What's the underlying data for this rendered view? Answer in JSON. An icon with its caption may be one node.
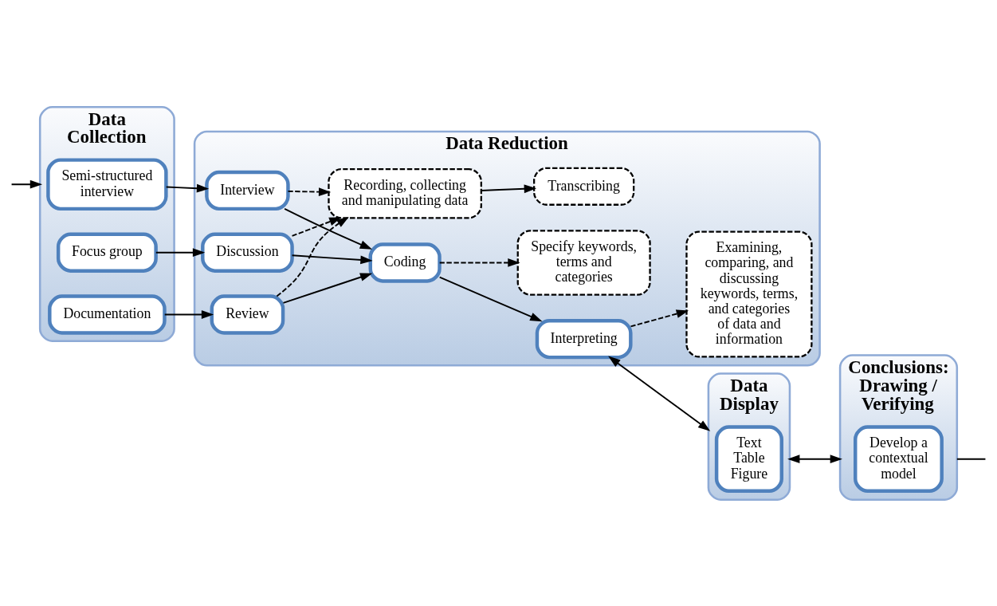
{
  "diagram": {
    "nodes": [
      {
        "text": [
          "Data Collection"
        ]
      },
      {
        "text": [
          "Semi-structured interview"
        ],
        "in": 0
      },
      {
        "text": [
          "Focus group"
        ],
        "in": 0
      },
      {
        "text": [
          "Documentation"
        ],
        "in": 0
      },
      {
        "text": [
          "Data Reduction"
        ]
      },
      {
        "text": [
          "Interview"
        ],
        "in": 4
      },
      {
        "text": [
          "Discussion"
        ],
        "in": 4
      },
      {
        "text": [
          "Review"
        ],
        "in": 4
      },
      {
        "text": [
          "Coding"
        ],
        "in": 4
      },
      {
        "text": [
          "Interpreting"
        ],
        "in": 4
      },
      {
        "text": [
          "Specify keywords, terms and categories"
        ],
        "in": 4
      },
      {
        "text": [
          "Examining, comparing, and discussing keywords, terms, and categories of data and information"
        ],
        "in": 4
      },
      {
        "text": [
          "Recording, collecting and manipulating data"
        ],
        "in": 4
      },
      {
        "text": [
          "Transcribing"
        ],
        "in": 4
      },
      {
        "text": [
          "Data Display"
        ]
      },
      {
        "text": [
          "Text Table Figure"
        ],
        "in": 14
      },
      {
        "text": [
          "Conclusions: Drawing / Verifying"
        ]
      },
      {
        "text": [
          "Develop a contextual model"
        ],
        "in": 16
      }
    ],
    "edges": [
      {
        "from": 1,
        "to": 5,
        "arrow": "to"
      },
      {
        "from": 2,
        "to": 6,
        "arrow": "to"
      },
      {
        "from": 3,
        "to": 7,
        "arrow": "to"
      },
      {
        "from": 5,
        "to": 8,
        "arrow": "to"
      },
      {
        "from": 6,
        "to": 8,
        "arrow": "to"
      },
      {
        "from": 7,
        "to": 8,
        "arrow": "to"
      },
      {
        "from": 8,
        "to": 9,
        "arrow": "to"
      },
      {
        "from": 9,
        "to": 14,
        "arrow": "both"
      },
      {
        "from": 14,
        "to": 16,
        "arrow": "both"
      },
      {
        "from": 8,
        "to": 10,
        "arrow": "to",
        "style": "dashed"
      },
      {
        "from": 9,
        "to": 11,
        "arrow": "to",
        "style": "dashed"
      },
      {
        "from": 5,
        "to": 12,
        "arrow": "to",
        "style": "dashed"
      },
      {
        "from": 6,
        "to": 12,
        "arrow": "to",
        "style": "dashed"
      },
      {
        "from": 7,
        "to": 12,
        "arrow": "to",
        "style": "dashed"
      },
      {
        "from": 12,
        "to": 13,
        "arrow": "to"
      },
      {
        "from": null,
        "to": 0,
        "arrow": "to"
      },
      {
        "from": 16,
        "to": null,
        "arrow": "none"
      }
    ]
  }
}
